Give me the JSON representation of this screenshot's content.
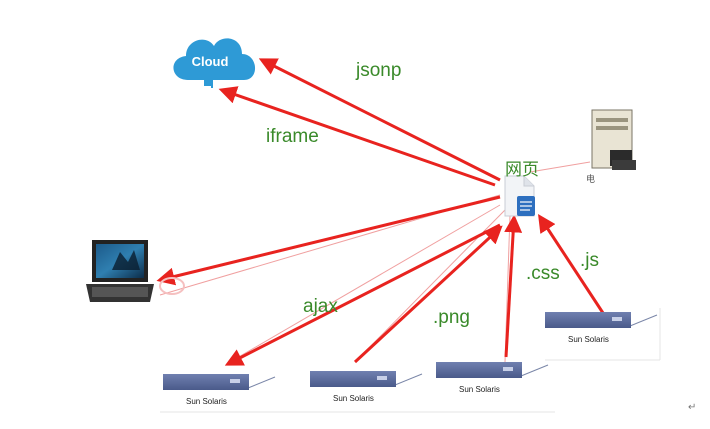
{
  "cloud": {
    "label": "Cloud"
  },
  "webpage": {
    "title": "网页"
  },
  "pc": {
    "caption": "电"
  },
  "labels": {
    "jsonp": "jsonp",
    "iframe": "iframe",
    "ajax": "ajax",
    "png": ".png",
    "css": ".css",
    "js": ".js"
  },
  "servers": [
    {
      "caption": "Sun Solaris"
    },
    {
      "caption": "Sun Solaris"
    },
    {
      "caption": "Sun Solaris"
    },
    {
      "caption": "Sun Solaris"
    }
  ],
  "paragraph_mark": "↵",
  "colors": {
    "arrow": "#e8231f",
    "label": "#3a8a2a",
    "cloud": "#2e9ad6",
    "server_body": "#5b6c9c"
  }
}
